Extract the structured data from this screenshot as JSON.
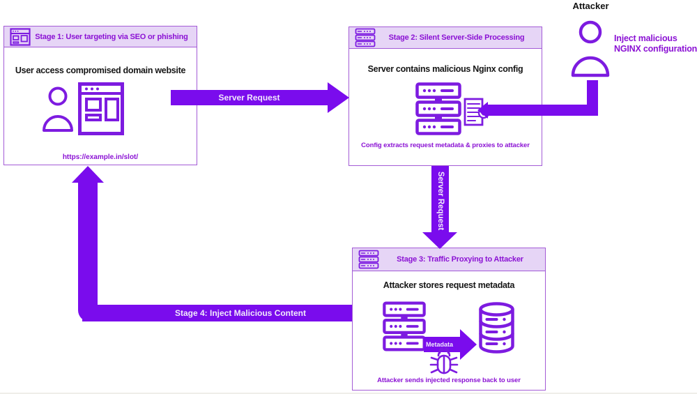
{
  "colors": {
    "arrow_purple": "#7a0ced",
    "icon_stroke": "#7d1be0",
    "purple_text": "#8b12d4",
    "header_bg": "#e6d5f6",
    "box_border": "#a35bd6",
    "heading_text": "#161616",
    "arrow_label_text": "#f1e9fc"
  },
  "attacker": {
    "label": "Attacker",
    "note": "Inject malicious NGINX configuration"
  },
  "stage1": {
    "title": "Stage 1: User targeting via SEO or phishing",
    "heading": "User access compromised domain website",
    "url": "https://example.in/slot/"
  },
  "stage2": {
    "title": "Stage 2: Silent Server-Side Processing",
    "heading": "Server contains malicious Nginx config",
    "caption": "Config extracts request metadata & proxies to attacker"
  },
  "stage3": {
    "title": "Stage 3: Traffic Proxying to Attacker",
    "heading": "Attacker stores request metadata",
    "metadata_label": "Metadata",
    "caption": "Attacker sends injected response back to user"
  },
  "arrows": {
    "stage1_to_stage2": "Server Request",
    "stage2_to_stage3": "Server Request",
    "stage4": "Stage 4: Inject Malicious Content"
  }
}
